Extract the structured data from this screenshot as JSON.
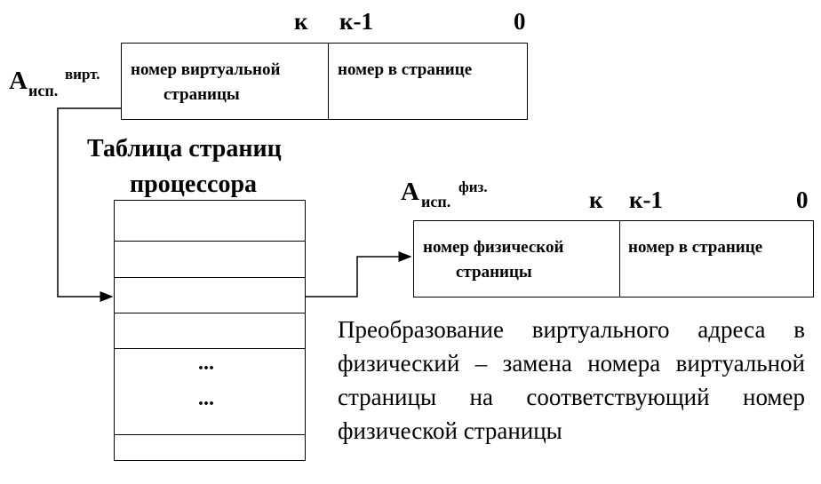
{
  "virtual_address": {
    "bit_labels": {
      "k": "к",
      "k_minus_1": "к-1",
      "zero": "0"
    },
    "label_base": "А",
    "label_sub": "исп.",
    "label_sup": "вирт.",
    "field_page": [
      "номер виртуальной",
      "страницы"
    ],
    "field_offset": "номер в странице"
  },
  "page_table": {
    "title": [
      "Таблица страниц",
      "процессора"
    ],
    "ellipsis_1": "...",
    "ellipsis_2": "..."
  },
  "physical_address": {
    "bit_labels": {
      "k": "к",
      "k_minus_1": "к-1",
      "zero": "0"
    },
    "label_base": "А",
    "label_sub": "исп.",
    "label_sup": "физ.",
    "field_page": [
      "номер физической",
      "страницы"
    ],
    "field_offset": "номер в странице"
  },
  "caption": "Преобразование виртуального адреса в физический – замена номера виртуальной страницы на соответствующий номер физической страницы"
}
